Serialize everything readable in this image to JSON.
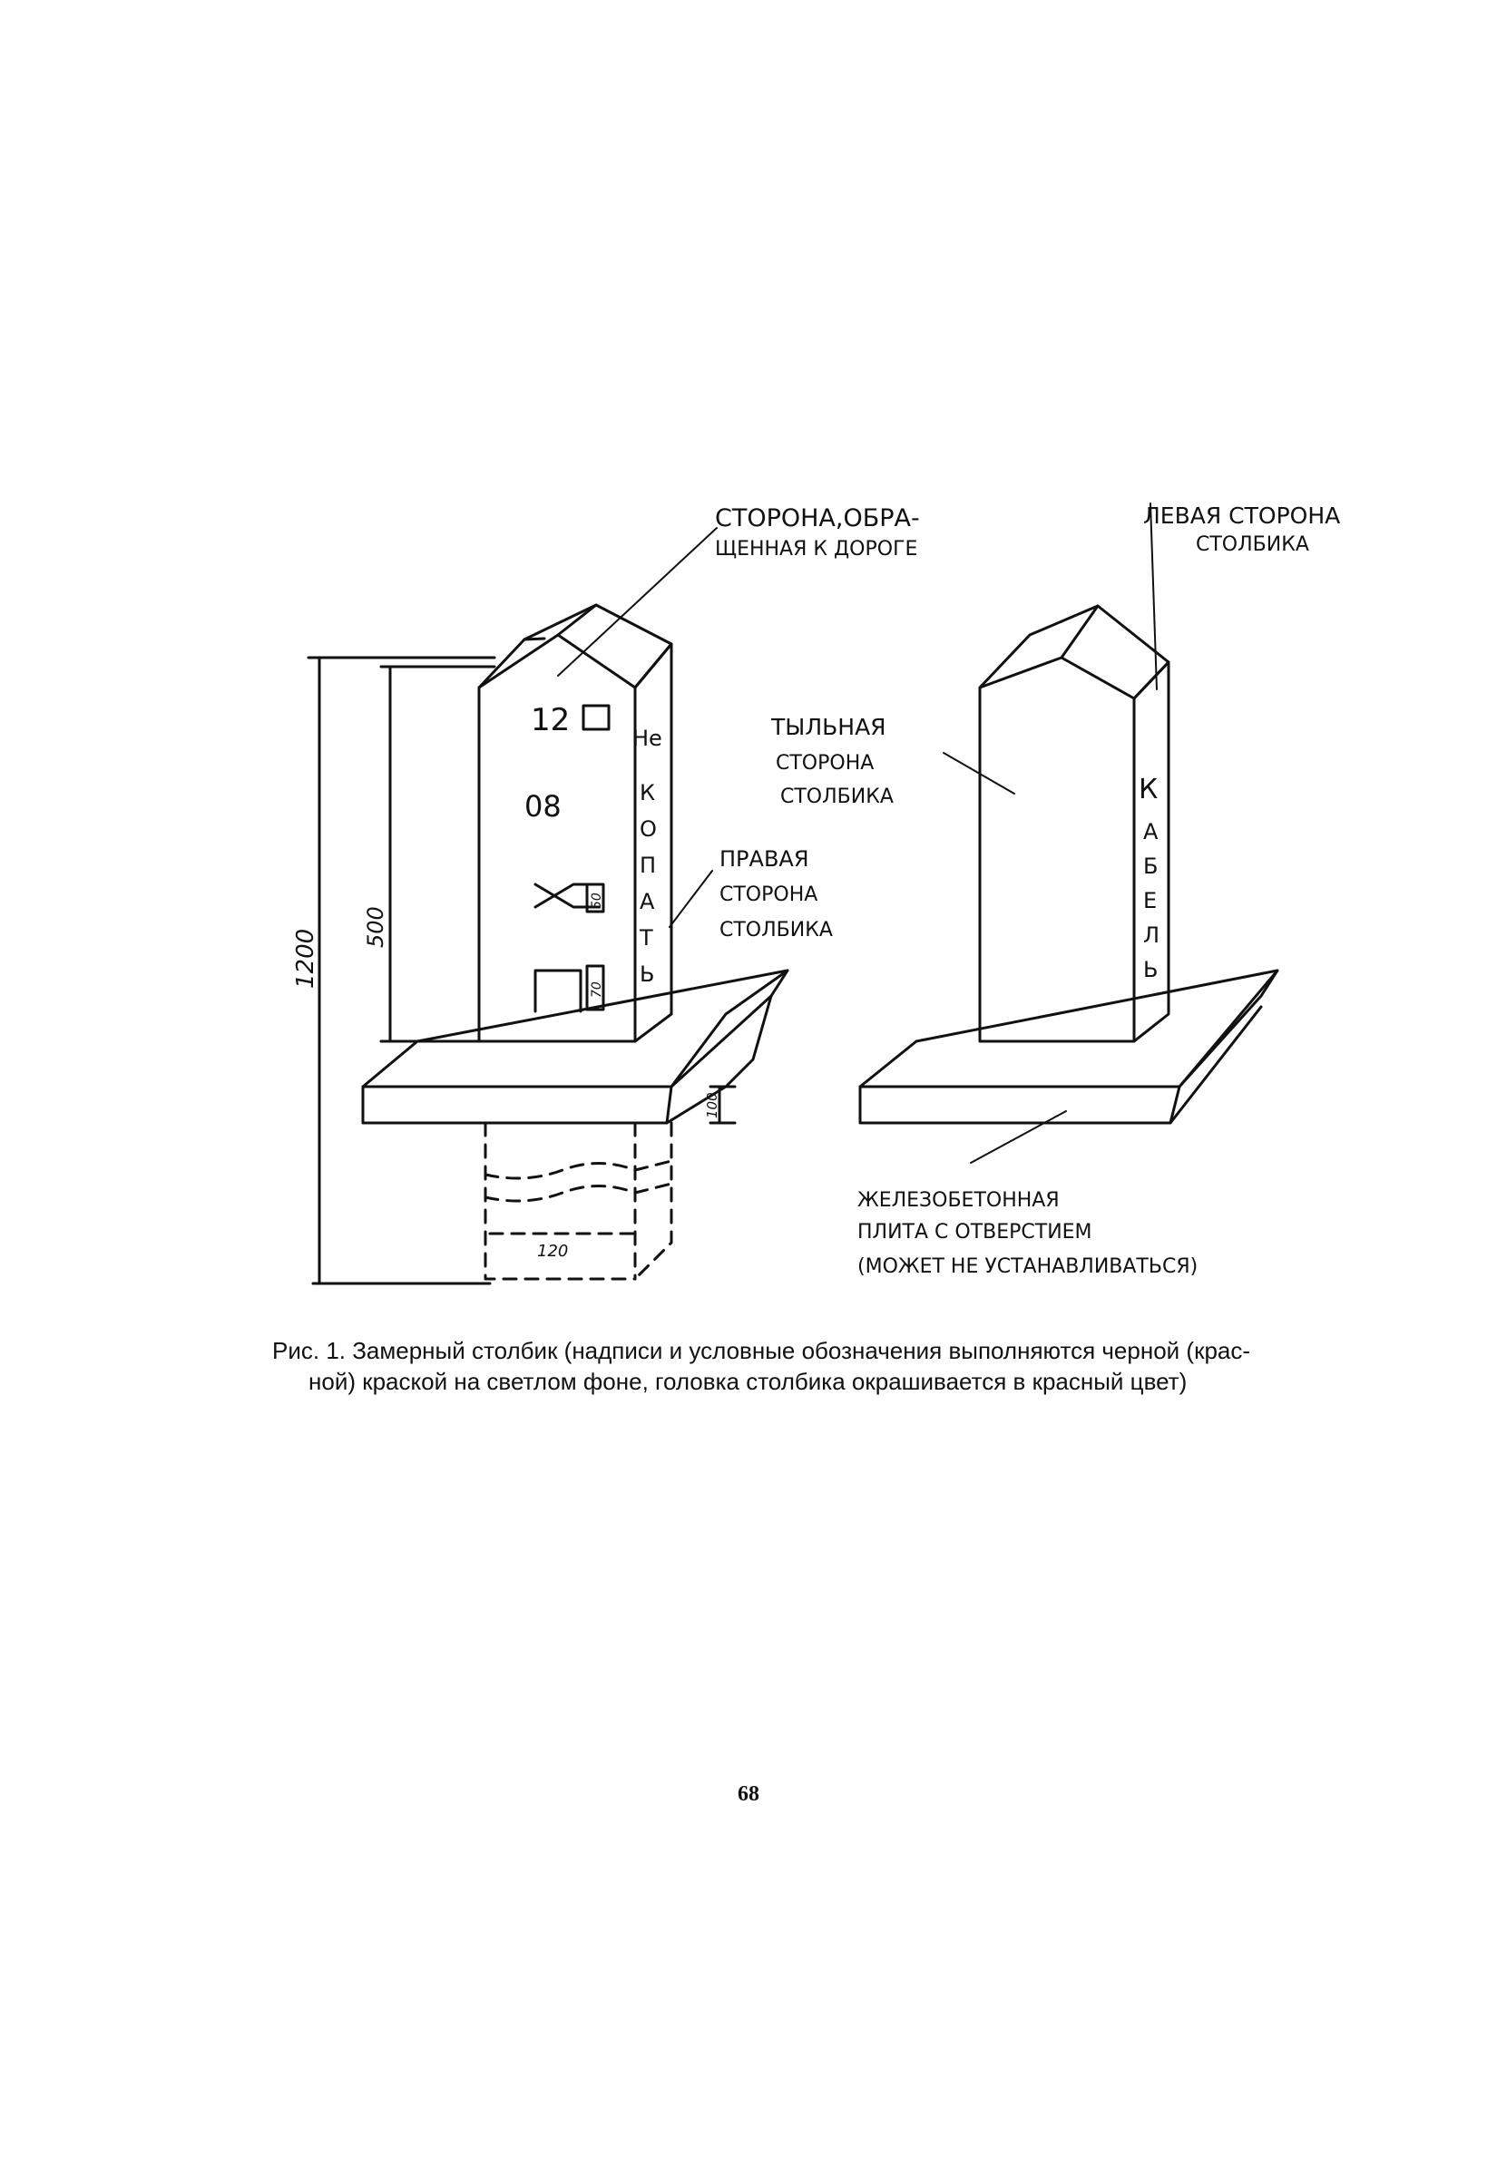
{
  "labels": {
    "road_side_1": "СТОРОНА,ОБРА-",
    "road_side_2": "ЩЕННАЯ К ДОРОГЕ",
    "left_side_1": "ЛЕВАЯ СТОРОНА",
    "left_side_2": "СТОЛБИКА",
    "back_side_1": "ТЫЛЬНАЯ",
    "back_side_2": "СТОРОНА",
    "back_side_3": "СТОЛБИКА",
    "right_side_1": "ПРАВАЯ",
    "right_side_2": "СТОРОНА",
    "right_side_3": "СТОЛБИКА",
    "slab_1": "ЖЕЛЕЗОБЕТОННАЯ",
    "slab_2": "ПЛИТА С ОТВЕРСТИЕМ",
    "slab_3": "(МОЖЕТ НЕ УСТАНАВЛИВАТЬСЯ)"
  },
  "post_front": {
    "num_top": "12",
    "num_main": "08"
  },
  "right_face_letters": [
    "Не",
    "К",
    "О",
    "П",
    "А",
    "Т",
    "Ь"
  ],
  "left_face_letters": [
    "К",
    "А",
    "Б",
    "Е",
    "Л",
    "Ь"
  ],
  "dimensions": {
    "total_height": "1200",
    "post_height": "500",
    "slab_thickness": "100",
    "hole_width": "120",
    "mark_50": "50",
    "mark_70": "70"
  },
  "caption": {
    "line1": "Рис. 1. Замерный столбик (надписи и условные обозначения выполняются черной (крас-",
    "line2": "ной) краской на светлом фоне, головка столбика окрашивается в красный цвет)"
  },
  "page_number": "68"
}
